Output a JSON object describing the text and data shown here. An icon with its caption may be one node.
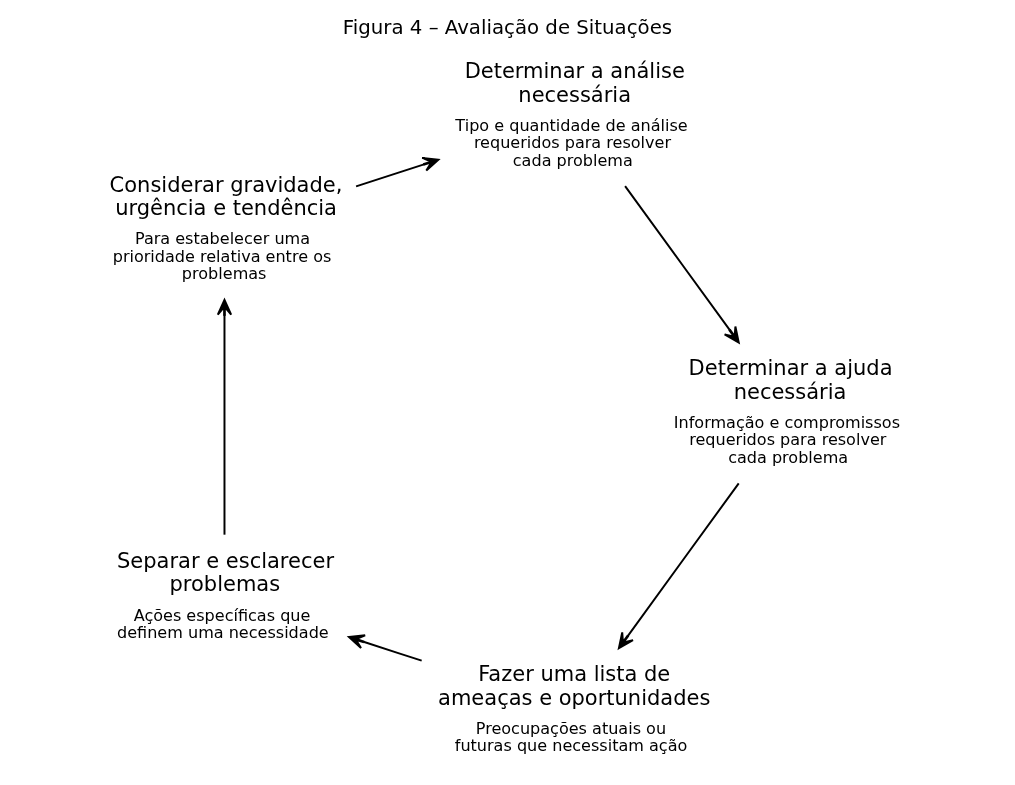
{
  "diagram": {
    "title": "Figura 4 – Avaliação de Situações",
    "nodes": [
      {
        "text": [
          "Fazer uma lista de ameaças e oportunidades",
          "Preocupações atuais ou futuras que necessitam ação"
        ]
      },
      {
        "text": [
          "Separar e esclarecer problemas",
          "Ações específicas que definem uma necessidade"
        ]
      },
      {
        "text": [
          "Considerar gravidade, urgência e tendência",
          "Para estabelecer uma prioridade relativa entre os problemas"
        ]
      },
      {
        "text": [
          "Determinar a análise necessária",
          "Tipo e quantidade de análise requeridos para resolver cada problema"
        ]
      },
      {
        "text": [
          "Determinar a ajuda necessária",
          "Informação e compromissos requeridos para resolver cada problema"
        ]
      }
    ],
    "edges": [
      {
        "from": 0,
        "to": 1,
        "arrow": "to"
      },
      {
        "from": 1,
        "to": 2,
        "arrow": "to"
      },
      {
        "from": 2,
        "to": 3,
        "arrow": "to"
      },
      {
        "from": 3,
        "to": 4,
        "arrow": "to"
      },
      {
        "from": 4,
        "to": 0,
        "arrow": "to"
      }
    ]
  }
}
